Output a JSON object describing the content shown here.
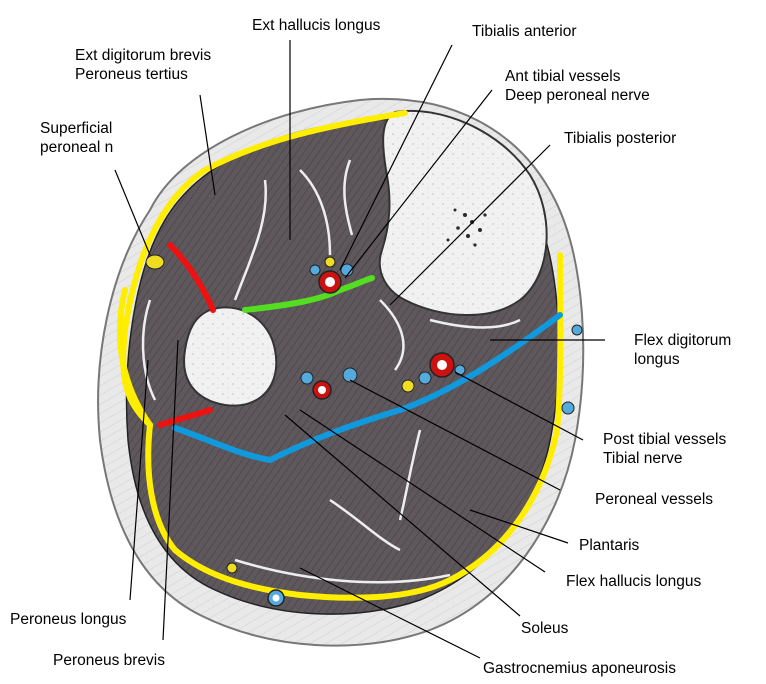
{
  "labels": {
    "ext_hallucis_longus": "Ext hallucis longus",
    "tibialis_anterior": "Tibialis anterior",
    "ext_digitorum_brevis": "Ext digitorum brevis",
    "peroneus_tertius": "Peroneus tertius",
    "ant_tibial_vessels": "Ant tibial vessels",
    "deep_peroneal_nerve": "Deep peroneal nerve",
    "superficial": "Superficial",
    "peroneal_n": "peroneal n",
    "tibialis_posterior": "Tibialis posterior",
    "flex_digitorum": "Flex digitorum",
    "longus": "longus",
    "post_tibial_vessels": "Post tibial vessels",
    "tibial_nerve": "Tibial nerve",
    "peroneal_vessels": "Peroneal vessels",
    "plantaris": "Plantaris",
    "flex_hallucis_longus": "Flex hallucis longus",
    "soleus": "Soleus",
    "peroneus_longus": "Peroneus longus",
    "peroneus_brevis": "Peroneus brevis",
    "gastrocnemius_aponeurosis": "Gastrocnemius aponeurosis"
  },
  "colors": {
    "fascia_yellow": "#ffee00",
    "septum_red": "#ee1111",
    "interosseous_green": "#55dd22",
    "deep_fascia_blue": "#1199dd",
    "artery_red": "#cc1111",
    "vein_blue": "#55aadd",
    "nerve_yellow": "#eedd22",
    "muscle_dark": "#5a5458",
    "bone_light": "#efefef"
  }
}
